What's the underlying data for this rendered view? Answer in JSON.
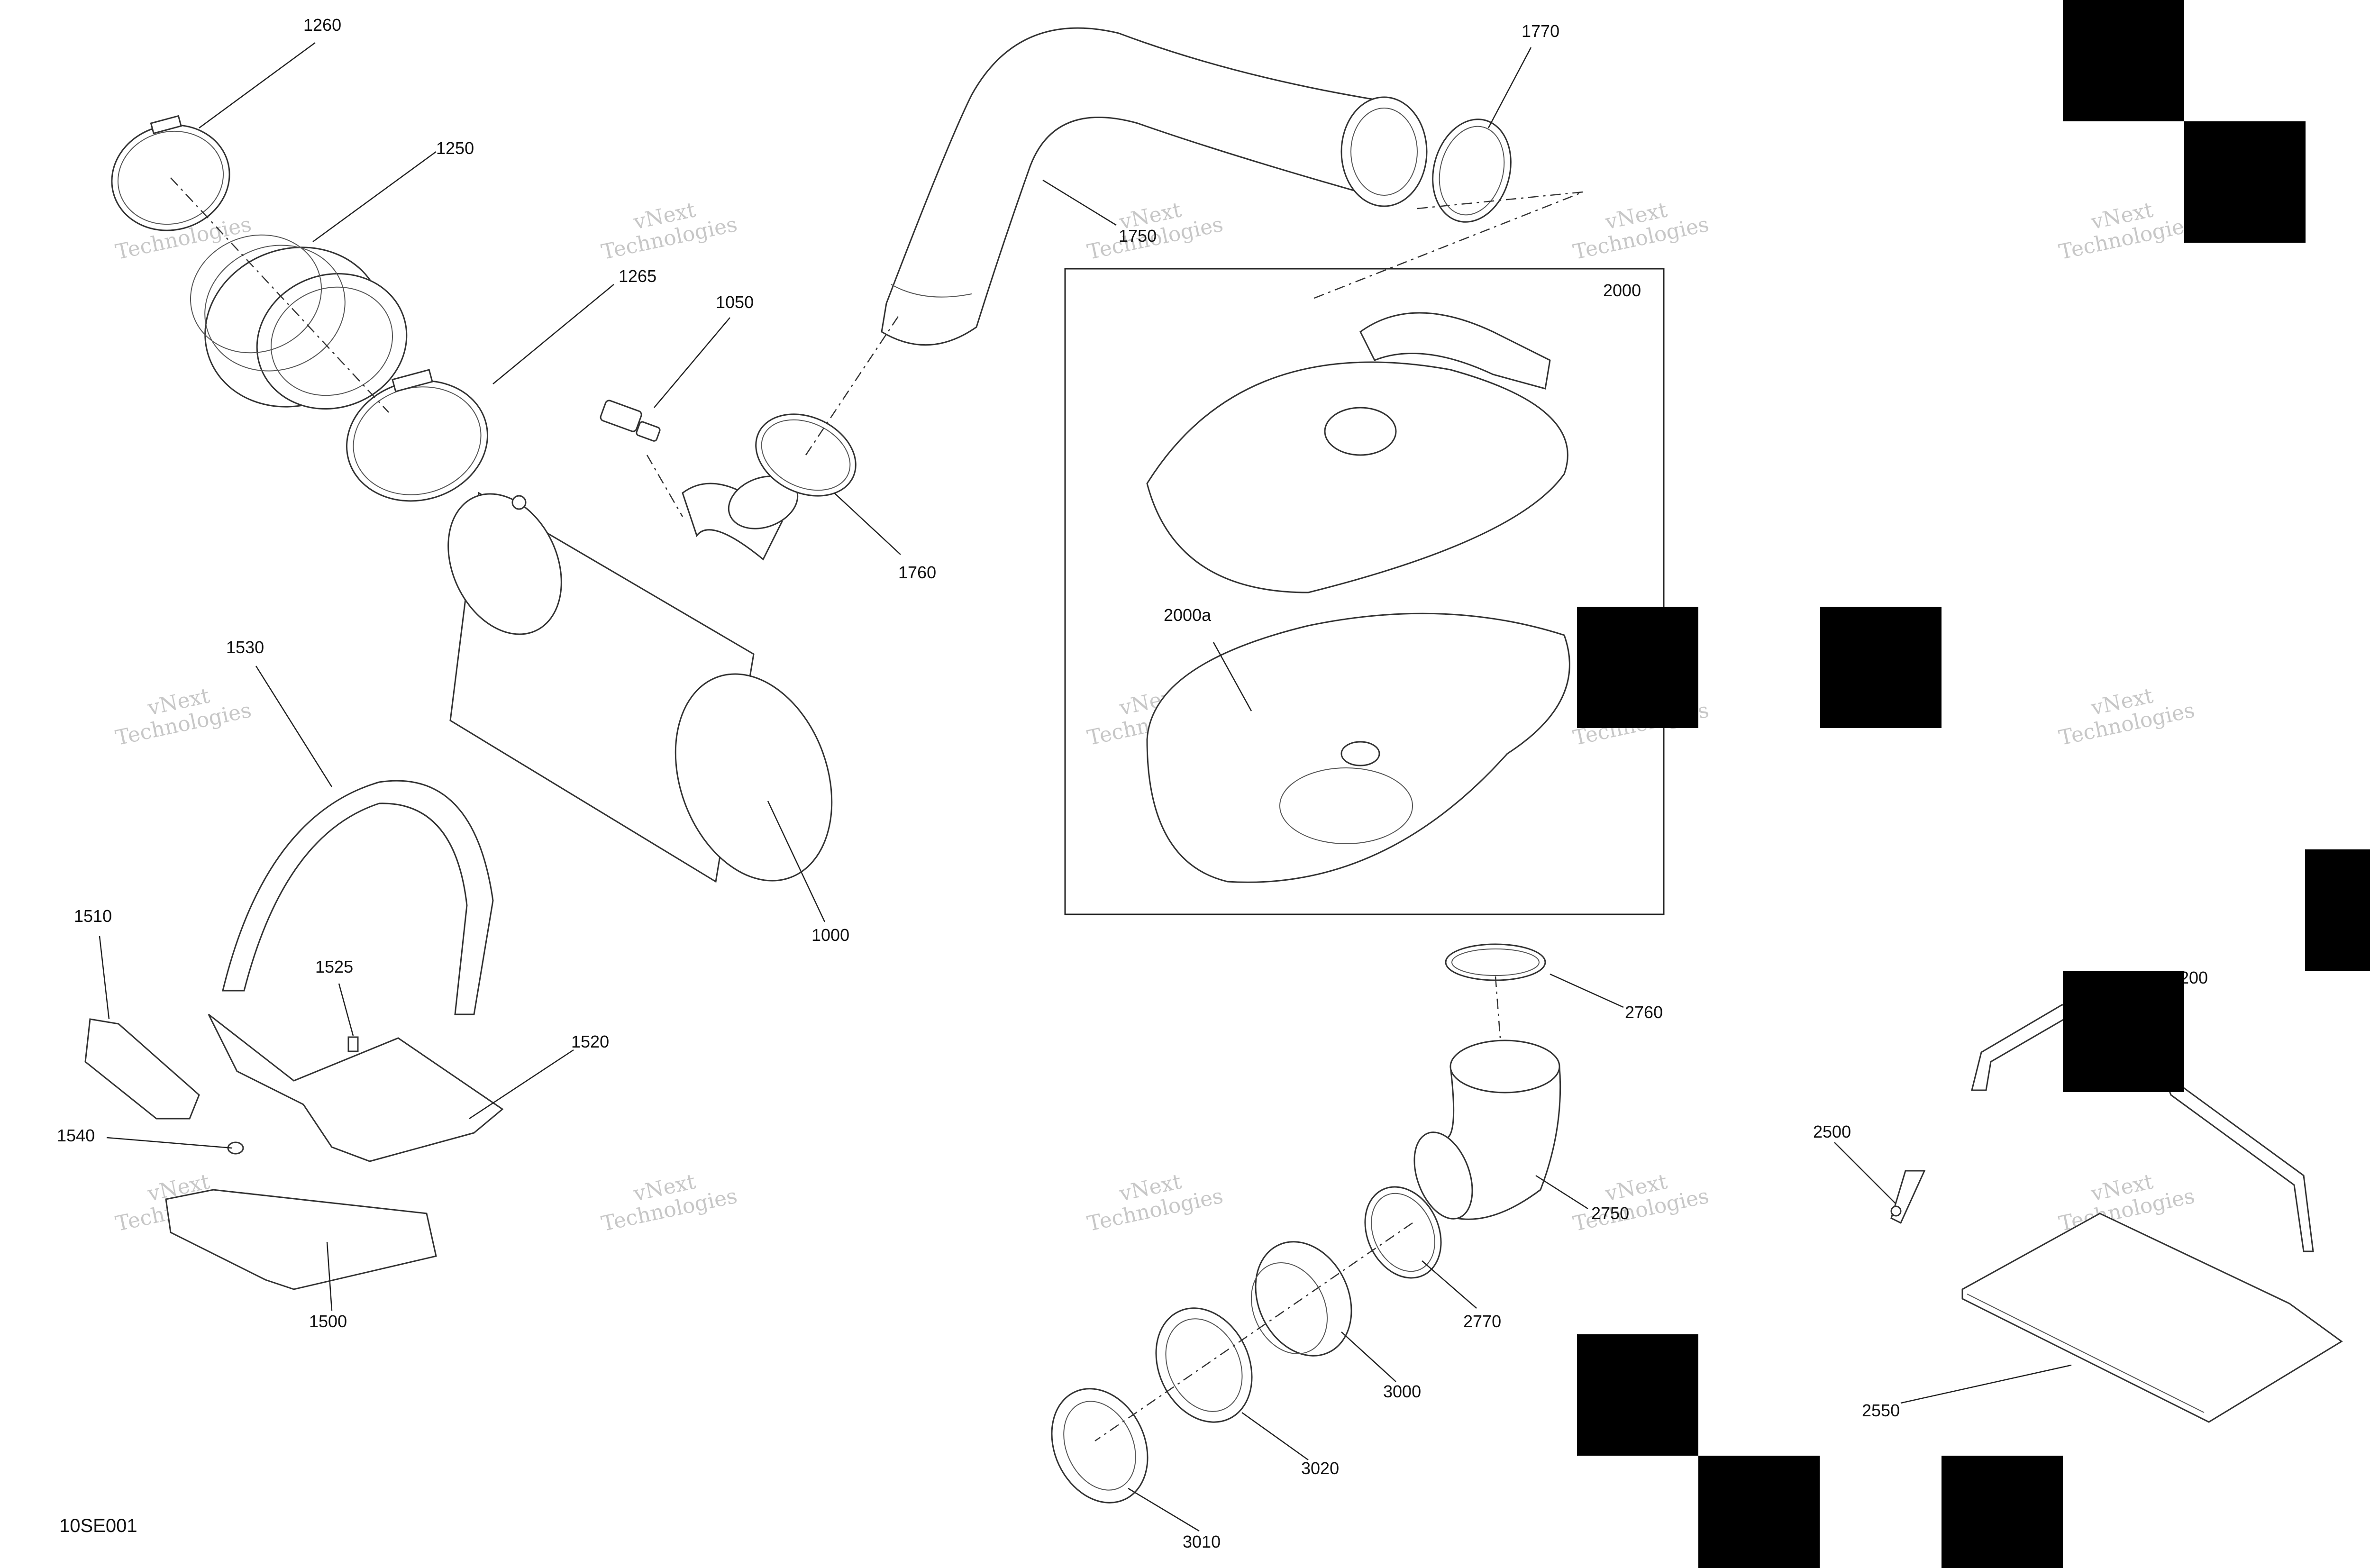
{
  "diagram": {
    "reference": "10SE001",
    "watermark": [
      "vNext",
      "Technologies"
    ],
    "callouts": {
      "c1260": "1260",
      "c1250": "1250",
      "c1265": "1265",
      "c1050": "1050",
      "c1750": "1750",
      "c1770": "1770",
      "c1760": "1760",
      "c2000": "2000",
      "c2000a": "2000a",
      "c1000": "1000",
      "c1530": "1530",
      "c1510": "1510",
      "c1525": "1525",
      "c1520": "1520",
      "c1540": "1540",
      "c1500": "1500",
      "c2760": "2760",
      "c2750": "2750",
      "c2770": "2770",
      "c3000": "3000",
      "c3020": "3020",
      "c3010": "3010",
      "c2500": "2500",
      "c2550": "2550",
      "c2200": "200"
    }
  }
}
